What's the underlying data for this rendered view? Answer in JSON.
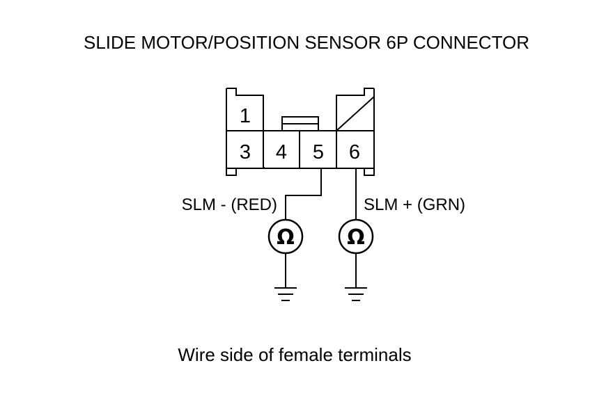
{
  "title": "SLIDE MOTOR/POSITION SENSOR 6P CONNECTOR",
  "connector": {
    "pins": [
      {
        "number": "1"
      },
      {
        "number": "3"
      },
      {
        "number": "4"
      },
      {
        "number": "5"
      },
      {
        "number": "6"
      }
    ]
  },
  "wires": [
    {
      "label": "SLM -  (RED)",
      "pin": "5",
      "meter_symbol": "Ω",
      "meter_icon": "ohmmeter-icon",
      "ground_icon": "ground-icon"
    },
    {
      "label": "SLM +  (GRN)",
      "pin": "6",
      "meter_symbol": "Ω",
      "meter_icon": "ohmmeter-icon",
      "ground_icon": "ground-icon"
    }
  ],
  "caption": "Wire side of female terminals",
  "colors": {
    "line": "#000000",
    "background": "#ffffff"
  }
}
